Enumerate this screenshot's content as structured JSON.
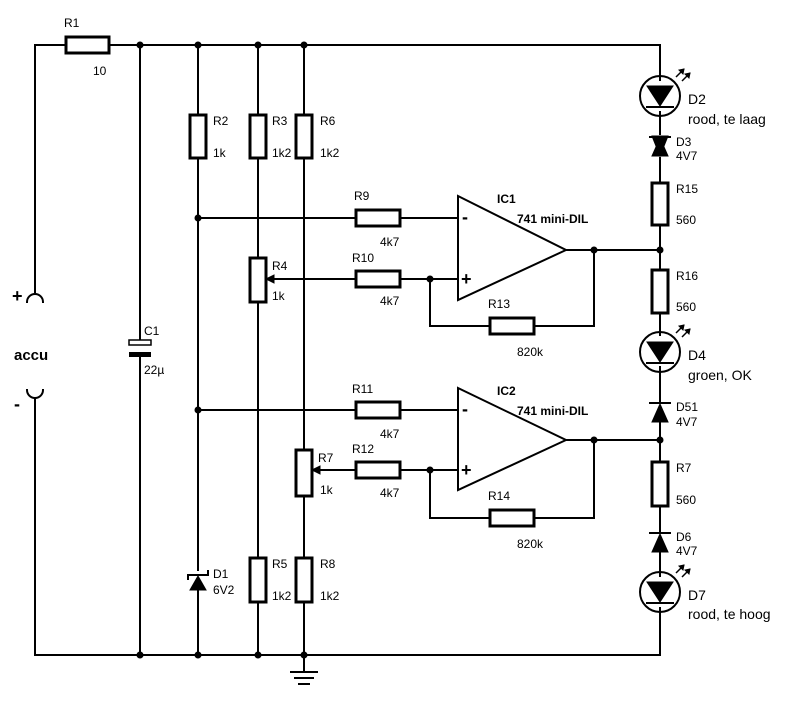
{
  "battery": {
    "plus": "+",
    "minus": "-",
    "name": "accu"
  },
  "resistors": {
    "R1": {
      "name": "R1",
      "value": "10"
    },
    "R2": {
      "name": "R2",
      "value": "1k"
    },
    "R3": {
      "name": "R3",
      "value": "1k2"
    },
    "R6": {
      "name": "R6",
      "value": "1k2"
    },
    "R9": {
      "name": "R9",
      "value": "4k7"
    },
    "R10": {
      "name": "R10",
      "value": "4k7"
    },
    "R13": {
      "name": "R13",
      "value": "820k"
    },
    "R11": {
      "name": "R11",
      "value": "4k7"
    },
    "R12": {
      "name": "R12",
      "value": "4k7"
    },
    "R14": {
      "name": "R14",
      "value": "820k"
    },
    "R5": {
      "name": "R5",
      "value": "1k2"
    },
    "R8": {
      "name": "R8",
      "value": "1k2"
    },
    "R15": {
      "name": "R15",
      "value": "560"
    },
    "R16": {
      "name": "R16",
      "value": "560"
    },
    "R7b": {
      "name": "R7",
      "value": "560"
    }
  },
  "pots": {
    "R4": {
      "name": "R4",
      "value": "1k"
    },
    "R7": {
      "name": "R7",
      "value": "1k"
    }
  },
  "capacitor": {
    "name": "C1",
    "value": "22µ"
  },
  "zeners": {
    "D1": {
      "name": "D1",
      "value": "6V2"
    },
    "D3": {
      "name": "D3",
      "value": "4V7"
    },
    "D51": {
      "name": "D51",
      "value": "4V7"
    },
    "D6": {
      "name": "D6",
      "value": "4V7"
    }
  },
  "leds": {
    "D2": {
      "name": "D2",
      "desc": "rood, te laag"
    },
    "D4": {
      "name": "D4",
      "desc": "groen, OK"
    },
    "D7": {
      "name": "D7",
      "desc": "rood, te hoog"
    }
  },
  "opamps": {
    "IC1": {
      "name": "IC1",
      "type": "741 mini-DIL",
      "minus": "-",
      "plus": "+"
    },
    "IC2": {
      "name": "IC2",
      "type": "741 mini-DIL",
      "minus": "-",
      "plus": "+"
    }
  }
}
